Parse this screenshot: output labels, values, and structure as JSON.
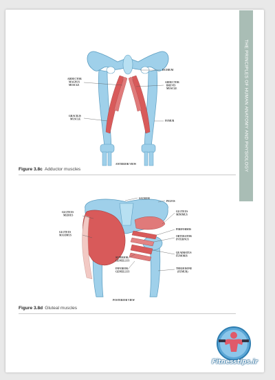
{
  "side_tab": {
    "text": "THE PRINCIPLES OF HUMAN ANATOMY AND PHYSIOLOGY"
  },
  "figure_c": {
    "caption_number": "Figure 3.8c",
    "caption_text": "Adductor muscles",
    "labels": {
      "ischium": "ISCHIUM",
      "adductor_magnus_1": "ADDUCTOR",
      "adductor_magnus_2": "MAGNUS",
      "adductor_magnus_3": "MUSCLE",
      "adductor_brevis_1": "ADDUCTOR",
      "adductor_brevis_2": "BREVIS",
      "adductor_brevis_3": "MUSCLE",
      "gracilis_1": "GRACILIS",
      "gracilis_2": "MUSCLE",
      "femur": "FEMUR",
      "view": "ANTERIOR VIEW"
    }
  },
  "figure_d": {
    "caption_number": "Figure 3.8d",
    "caption_text": "Gluteal muscles",
    "labels": {
      "sacrum": "SACRUM",
      "pelvis": "PELVIS",
      "gluteus_medius_1": "GLUTEUS",
      "gluteus_medius_2": "MEDIUS",
      "gluteus_minimus_1": "GLUTEUS",
      "gluteus_minimus_2": "MINIMUS",
      "gluteus_maximus_1": "GLUTEUS",
      "gluteus_maximus_2": "MAXIMUS",
      "piriformis": "PIRIFORMIS",
      "obturator_internus_1": "OBTURATOR",
      "obturator_internus_2": "INTERNUS",
      "superior_gemellus_1": "SUPERIOR",
      "superior_gemellus_2": "GEMELLUS",
      "quadratus_femoris_1": "QUADRATUS",
      "quadratus_femoris_2": "FEMORIS",
      "inferior_gemellus_1": "INFERIOR",
      "inferior_gemellus_2": "GEMELLUS",
      "thigh_bone_1": "THIGH BONE",
      "thigh_bone_2": "(FEMUR)",
      "view": "POSTERIOR VIEW"
    }
  },
  "watermark": {
    "text": "Fitnesstips.ir"
  },
  "colors": {
    "bone": "#9fd0ea",
    "muscle": "#d85a5a",
    "tab": "#a9bdb5"
  }
}
